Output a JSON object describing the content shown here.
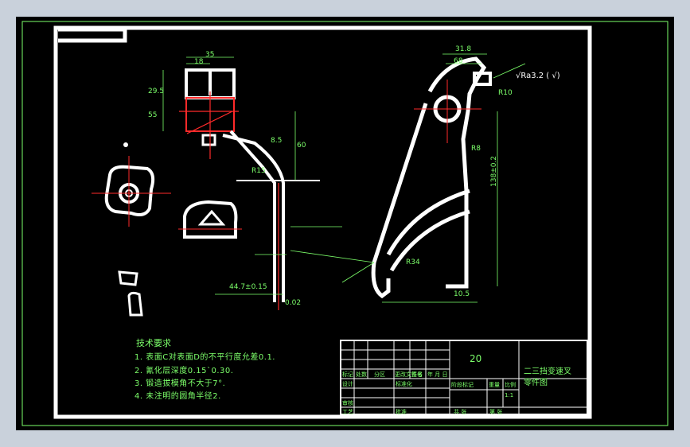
{
  "drawing": {
    "part_number": "20",
    "part_name_line1": "二三挡变速叉",
    "part_name_line2": "零件图",
    "roughness_note": "√Ra3.2 ( √)",
    "technical_requirements": {
      "title": "技术要求",
      "items": [
        "1. 表面C对表面D的不平行度允差0.1.",
        "2. 氰化层深度0.15`0.30.",
        "3. 锻造拔模角不大于7°.",
        "4. 未注明的圆角半径2."
      ]
    },
    "title_block": {
      "row1": [
        "标记",
        "处数",
        "分区",
        "更改文件号",
        "签名",
        "年 月 日"
      ],
      "designer": "设计",
      "standardization": "标准化",
      "review": "审核",
      "process": "工艺",
      "approve": "批准",
      "stage_label": "阶段标记",
      "weight_label": "重量",
      "scale_label": "比例",
      "scale_value": "1:1",
      "sheets_total": "共   张",
      "sheet_no": "第   张"
    },
    "dimensions": [
      "35",
      "18",
      "29.5",
      "55",
      "8.5",
      "60",
      "R15",
      "31.8",
      "68",
      "R10",
      "R8",
      "R34",
      "10.5",
      "44.7±0.15",
      "0.02",
      "138±0.2"
    ]
  },
  "colors": {
    "ink_white": "#ffffff",
    "ink_green": "#7CFF6A",
    "ink_red": "#ff2a2a",
    "background": "#000000",
    "frame": "#c9d1db"
  }
}
